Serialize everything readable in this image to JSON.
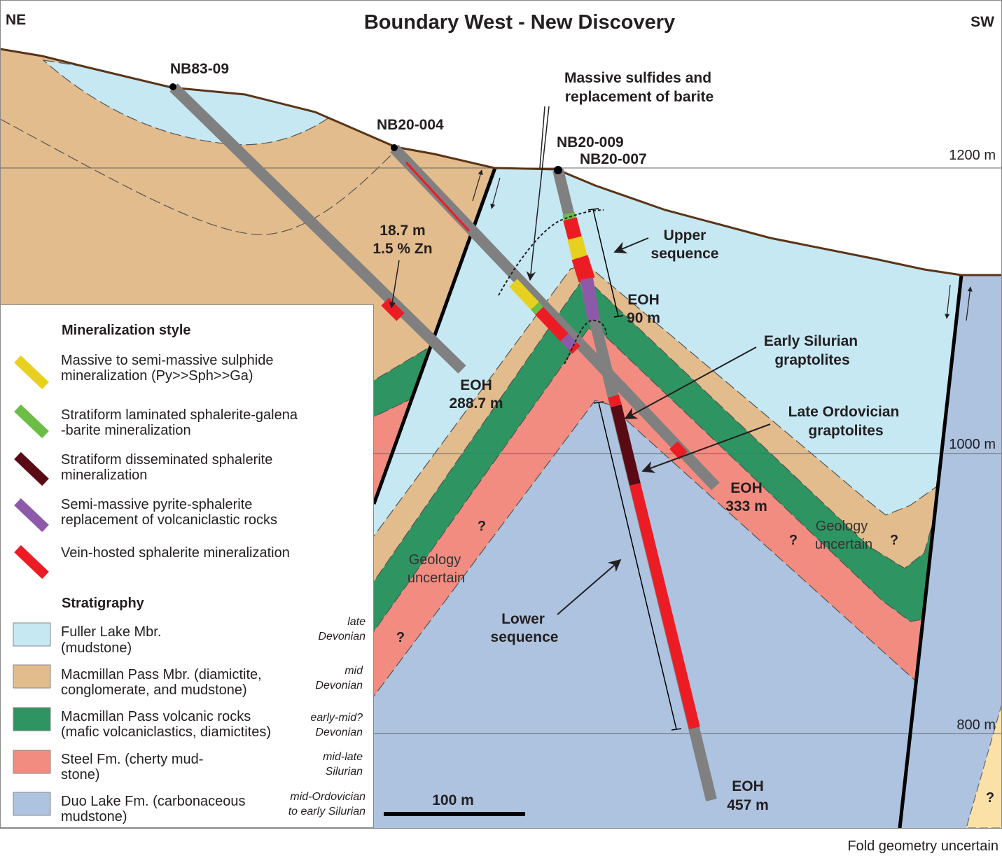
{
  "title": "Boundary West - New Discovery",
  "direction_left": "NE",
  "direction_right": "SW",
  "elevations": [
    "1200 m",
    "1000 m",
    "800 m"
  ],
  "drillholes": {
    "nb83_09": "NB83-09",
    "nb20_004": "NB20-004",
    "nb20_009": "NB20-009",
    "nb20_007": "NB20-007"
  },
  "eoh": [
    {
      "label": "EOH",
      "depth": "288.7 m"
    },
    {
      "label": "EOH",
      "depth": "90 m"
    },
    {
      "label": "EOH",
      "depth": "333 m"
    },
    {
      "label": "EOH",
      "depth": "457 m"
    }
  ],
  "intercept": {
    "length": "18.7 m",
    "grade": "1.5 % Zn"
  },
  "annotations": {
    "massive_sulfides": [
      "Massive sulfides and",
      "replacement of barite"
    ],
    "upper_sequence": [
      "Upper",
      "sequence"
    ],
    "lower_sequence": [
      "Lower",
      "sequence"
    ],
    "early_silurian": [
      "Early Silurian",
      "graptolites"
    ],
    "late_ordovician": [
      "Late Ordovician",
      "graptolites"
    ],
    "geology_uncertain": [
      "Geology",
      "uncertain"
    ],
    "question_mark": "?"
  },
  "colors": {
    "fuller_lake": "#c6e8f3",
    "macmillan_pass": "#e2bc8c",
    "volcanic": "#2e9462",
    "steel": "#f38c80",
    "duo_lake": "#adc3e0",
    "massive_sulphide": "#e8d020",
    "stratiform_laminated": "#6cbd45",
    "disseminated": "#5a0a14",
    "semi_massive": "#8c5aa8",
    "vein_hosted": "#ec1c24",
    "drillhole": "#808080",
    "topography": "#5a3418"
  },
  "legend": {
    "mineralization_heading": "Mineralization style",
    "mineralization": [
      {
        "lines": [
          "Massive to semi-massive sulphide",
          "mineralization (Py>>Sph>>Ga)"
        ]
      },
      {
        "lines": [
          "Stratiform laminated sphalerite-galena",
          "-barite mineralization"
        ]
      },
      {
        "lines": [
          "Stratiform disseminated sphalerite",
          "mineralization"
        ]
      },
      {
        "lines": [
          "Semi-massive pyrite-sphalerite",
          "replacement of volcaniclastic rocks"
        ]
      },
      {
        "lines": [
          "Vein-hosted sphalerite mineralization"
        ]
      }
    ],
    "stratigraphy_heading": "Stratigraphy",
    "stratigraphy": [
      {
        "lines": [
          "Fuller Lake Mbr.",
          "(mudstone)"
        ],
        "age": [
          "late",
          "Devonian"
        ]
      },
      {
        "lines": [
          "Macmillan Pass Mbr. (diamictite,",
          "conglomerate, and mudstone)"
        ],
        "age": [
          "mid",
          "Devonian"
        ]
      },
      {
        "lines": [
          "Macmillan Pass volcanic rocks",
          "(mafic volcaniclastics, diamictites)"
        ],
        "age": [
          "early-mid?",
          "Devonian"
        ]
      },
      {
        "lines": [
          "Steel Fm. (cherty mud-",
          "stone)"
        ],
        "age": [
          "mid-late",
          "Silurian"
        ]
      },
      {
        "lines": [
          "Duo Lake Fm. (carbonaceous",
          "mudstone)"
        ],
        "age": [
          "mid-Ordovician",
          "to early Silurian"
        ]
      }
    ]
  },
  "scale_bar": "100 m",
  "footer": "Fold geometry uncertain"
}
